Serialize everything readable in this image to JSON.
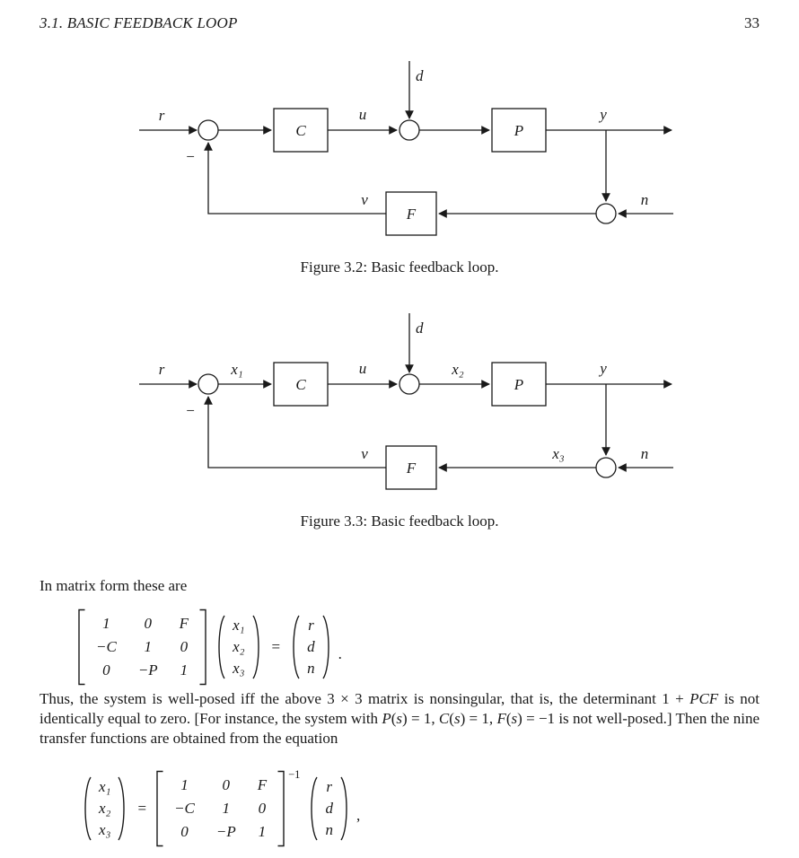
{
  "page": {
    "section_header": "3.1.  BASIC FEEDBACK LOOP",
    "page_number": "33"
  },
  "fig32": {
    "caption": "Figure 3.2: Basic feedback loop.",
    "labels": {
      "r": "r",
      "d": "d",
      "u": "u",
      "y": "y",
      "n": "n",
      "v": "v",
      "minus": "−",
      "C": "C",
      "P": "P",
      "F": "F"
    }
  },
  "fig33": {
    "caption": "Figure 3.3: Basic feedback loop.",
    "labels": {
      "r": "r",
      "d": "d",
      "u": "u",
      "y": "y",
      "n": "n",
      "v": "v",
      "minus": "−",
      "C": "C",
      "P": "P",
      "F": "F",
      "x1": "x₁",
      "x2": "x₂",
      "x3": "x₃"
    }
  },
  "text": {
    "intro": "In matrix form these are",
    "para": [
      {
        "t": "Thus, the system is well-posed iff the above 3 × 3 matrix is nonsingular, that is, the determinant 1 + "
      },
      {
        "t": "PCF",
        "i": true
      },
      {
        "t": " is not identically equal to zero.  [For instance, the system with "
      },
      {
        "t": "P",
        "i": true
      },
      {
        "t": "("
      },
      {
        "t": "s",
        "i": true
      },
      {
        "t": ") = 1, "
      },
      {
        "t": "C",
        "i": true
      },
      {
        "t": "("
      },
      {
        "t": "s",
        "i": true
      },
      {
        "t": ") = 1, "
      },
      {
        "t": "F",
        "i": true
      },
      {
        "t": "("
      },
      {
        "t": "s",
        "i": true
      },
      {
        "t": ") = −1 is not well-posed.]  Then the nine transfer functions are obtained from the equation"
      }
    ]
  },
  "eq1": {
    "matrix": [
      [
        "1",
        "0",
        "F"
      ],
      [
        "−C",
        "1",
        "0"
      ],
      [
        "0",
        "−P",
        "1"
      ]
    ],
    "vector_x": [
      "x₁",
      "x₂",
      "x₃"
    ],
    "equals": "=",
    "vector_rhs": [
      "r",
      "d",
      "n"
    ],
    "trailing": "."
  },
  "eq2": {
    "vector_x": [
      "x₁",
      "x₂",
      "x₃"
    ],
    "equals": "=",
    "matrix": [
      [
        "1",
        "0",
        "F"
      ],
      [
        "−C",
        "1",
        "0"
      ],
      [
        "0",
        "−P",
        "1"
      ]
    ],
    "exponent": "−1",
    "vector_rhs": [
      "r",
      "d",
      "n"
    ],
    "trailing": ","
  }
}
